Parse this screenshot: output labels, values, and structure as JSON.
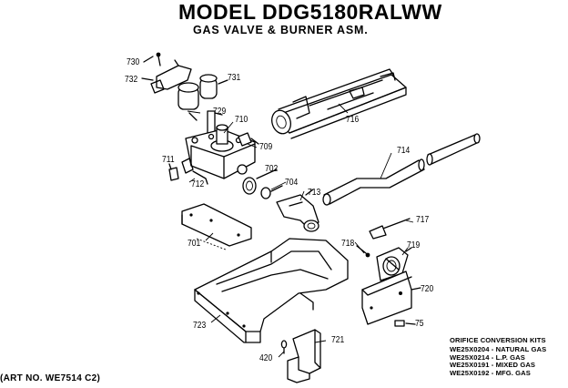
{
  "header": {
    "title": "MODEL DDG5180RALWW",
    "subtitle": "GAS VALVE & BURNER ASM."
  },
  "parts": [
    {
      "id": "p730",
      "label": "730"
    },
    {
      "id": "p732",
      "label": "732"
    },
    {
      "id": "p731",
      "label": "731"
    },
    {
      "id": "p729",
      "label": "729"
    },
    {
      "id": "p710",
      "label": "710"
    },
    {
      "id": "p709",
      "label": "709"
    },
    {
      "id": "p711",
      "label": "711"
    },
    {
      "id": "p712",
      "label": "712"
    },
    {
      "id": "p702",
      "label": "702"
    },
    {
      "id": "p704",
      "label": "704"
    },
    {
      "id": "p713",
      "label": "713"
    },
    {
      "id": "p716",
      "label": "716"
    },
    {
      "id": "p714",
      "label": "714"
    },
    {
      "id": "p717",
      "label": "717"
    },
    {
      "id": "p718",
      "label": "718"
    },
    {
      "id": "p719",
      "label": "719"
    },
    {
      "id": "p720",
      "label": "720"
    },
    {
      "id": "p75",
      "label": "75"
    },
    {
      "id": "p701",
      "label": "701"
    },
    {
      "id": "p723",
      "label": "723"
    },
    {
      "id": "p721",
      "label": "721"
    },
    {
      "id": "p420",
      "label": "420"
    }
  ],
  "orifice_kits": {
    "heading": "ORIFICE CONVERSION KITS",
    "items": [
      "WE25X0204 - NATURAL GAS",
      "WE25X0214 - L.P. GAS",
      "WE25X0191 - MIXED GAS",
      "WE25X0192 - MFG. GAS"
    ]
  },
  "art_number": "(ART NO. WE7514 C2)"
}
